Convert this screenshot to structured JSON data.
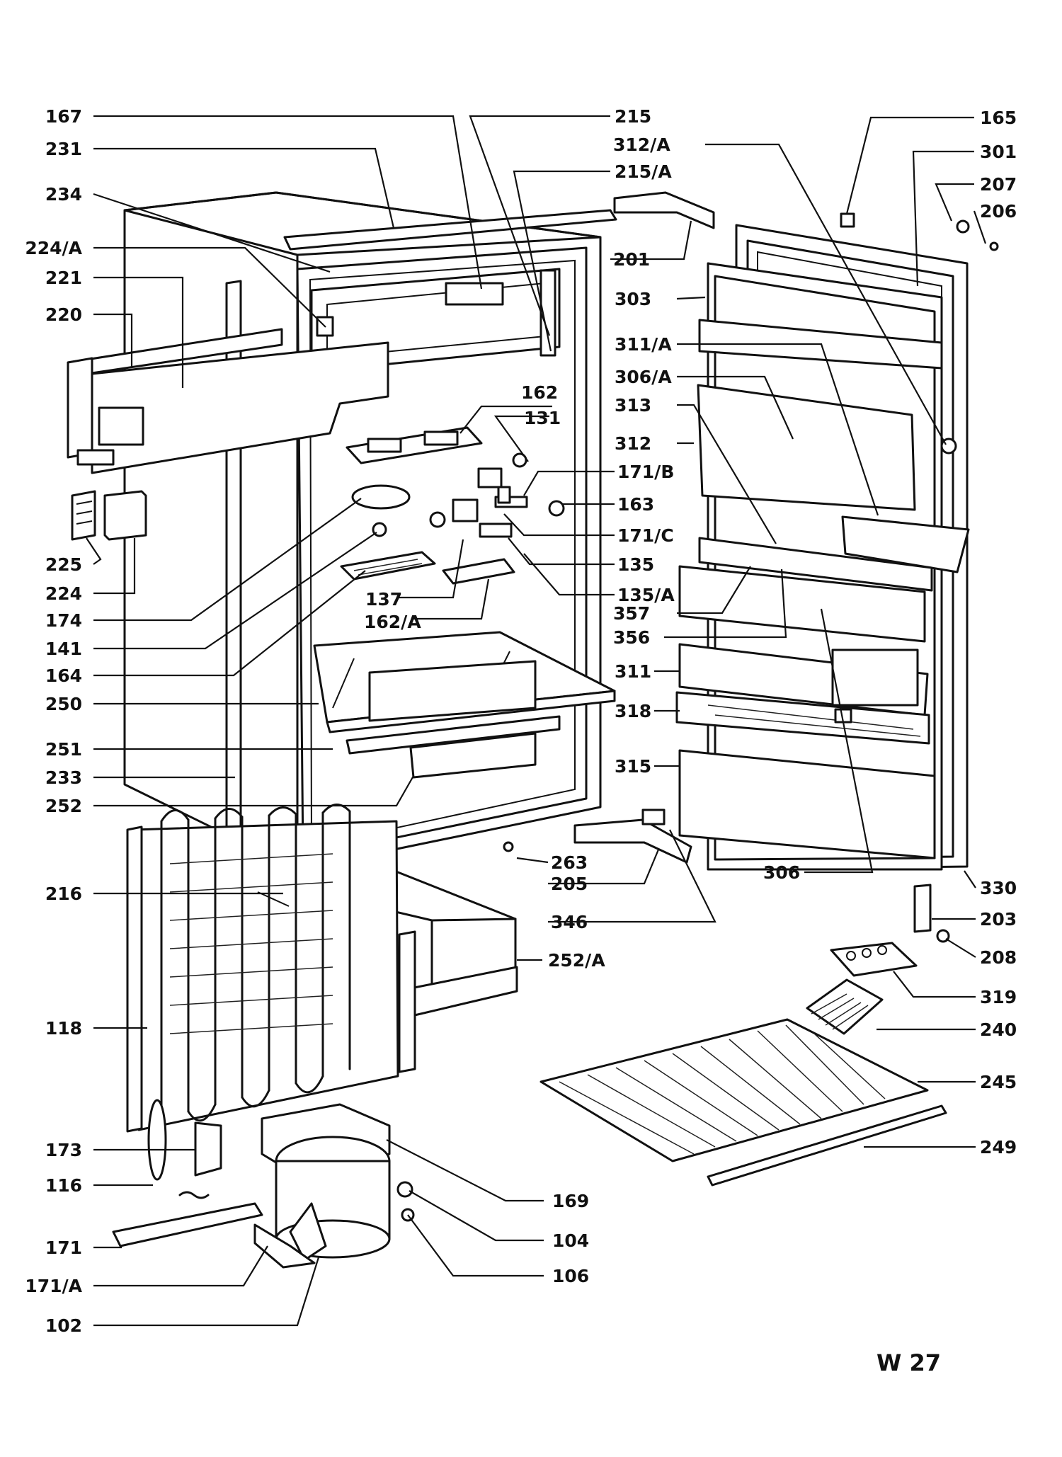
{
  "diagram": {
    "code": "W 27",
    "callouts_left": [
      "167",
      "231",
      "234",
      "224/A",
      "221",
      "220",
      "225",
      "224",
      "174",
      "141",
      "164",
      "250",
      "251",
      "233",
      "252",
      "216",
      "118",
      "173",
      "116",
      "171",
      "171/A",
      "102"
    ],
    "callouts_center": [
      "215",
      "215/A",
      "201",
      "162",
      "131",
      "171/B",
      "163",
      "171/C",
      "135",
      "135/A",
      "137",
      "162/A",
      "263",
      "205",
      "346",
      "252/A",
      "169",
      "104",
      "106"
    ],
    "callouts_right": [
      "165",
      "312/A",
      "301",
      "206",
      "207",
      "303",
      "311/A",
      "306/A",
      "313",
      "312",
      "357",
      "356",
      "311",
      "318",
      "315",
      "306",
      "330",
      "203",
      "208",
      "319",
      "240",
      "245",
      "249"
    ]
  }
}
